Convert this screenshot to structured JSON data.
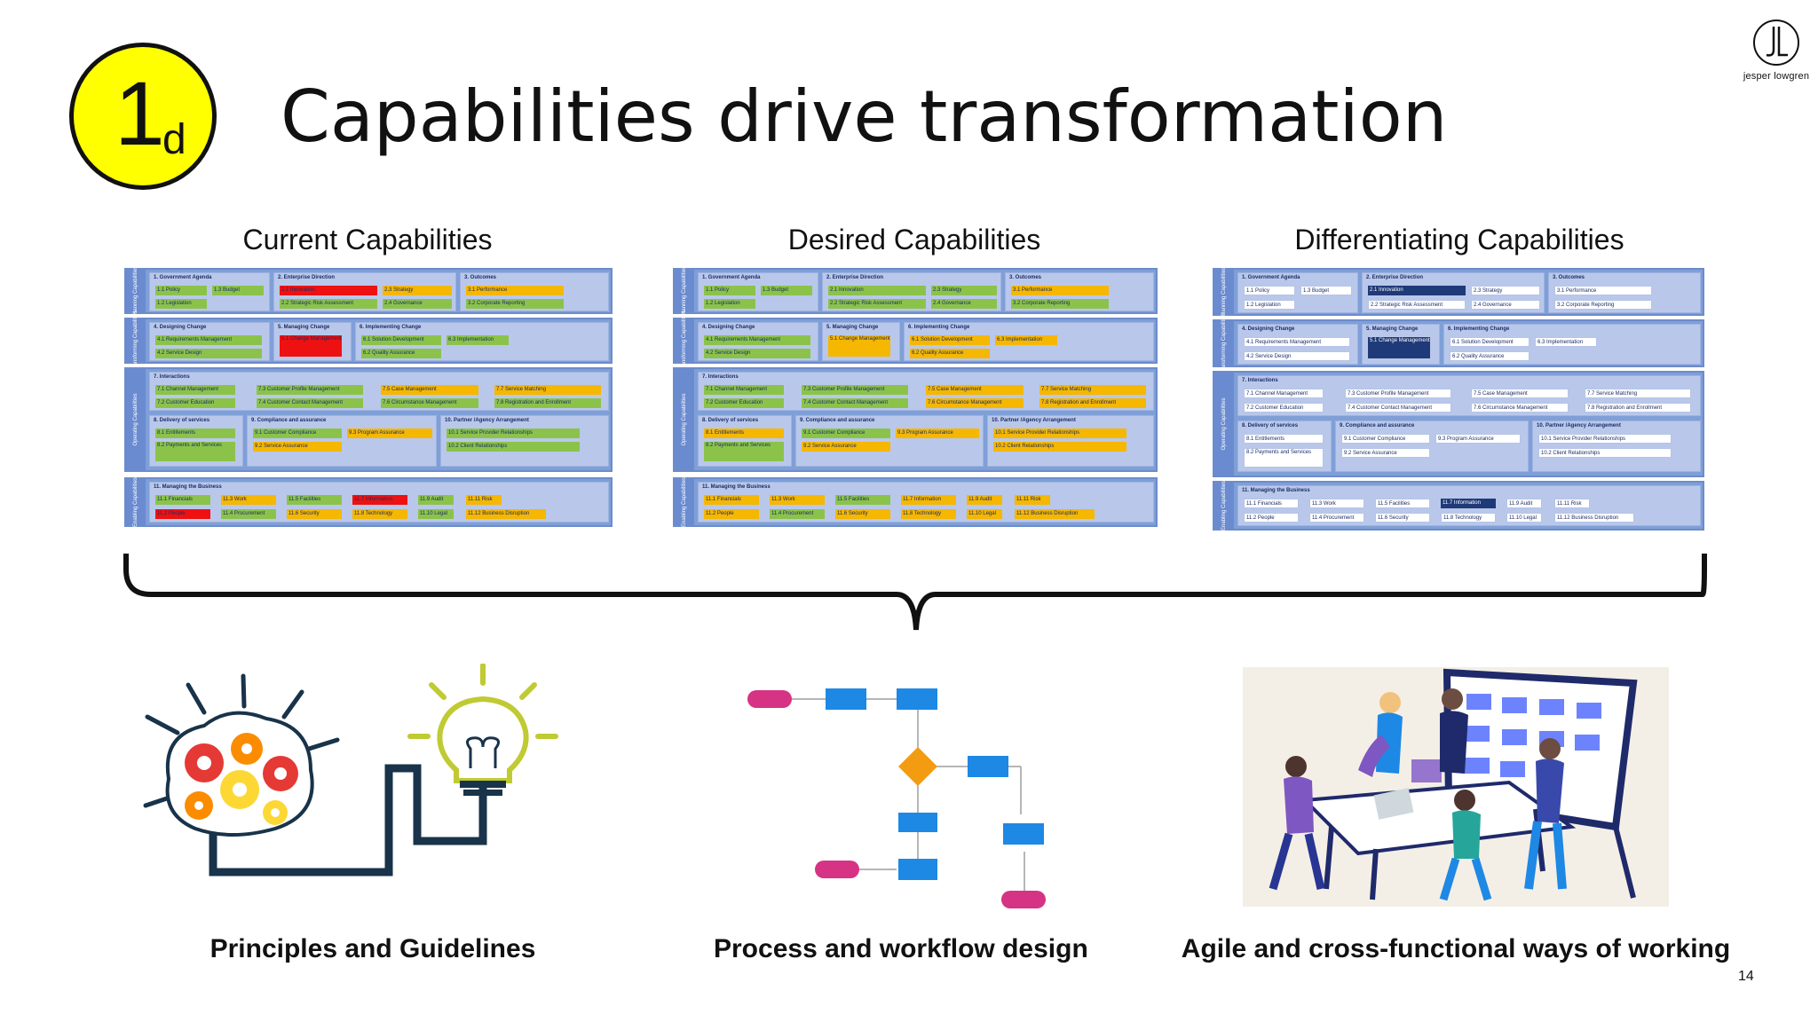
{
  "badge": {
    "number": "1",
    "sub": "d"
  },
  "title": "Capabilities drive transformation",
  "logo": {
    "monogram": "JL",
    "text": "jesper lowgren"
  },
  "page_number": "14",
  "maps": {
    "current_title": "Current Capabilities",
    "desired_title": "Desired Capabilities",
    "differentiating_title": "Differentiating Capabilities"
  },
  "rows": {
    "planning": "Planning Capabilities",
    "transforming": "Transforming Capabilities",
    "operating": "Operating Capabilities",
    "enabling": "Enabling Capabilities"
  },
  "groups": {
    "g1": "1. Government Agenda",
    "g2": "2. Enterprise Direction",
    "g3": "3. Outcomes",
    "g4": "4. Designing Change",
    "g5": "5. Managing Change",
    "g6": "6. Implementing Change",
    "g7": "7. Interactions",
    "g8": "8. Delivery of services",
    "g9": "9. Compliance and assurance",
    "g10": "10. Partner /Agency Arrangement",
    "g11": "11. Managing the Business"
  },
  "caps": {
    "c11": "1.1 Policy",
    "c13": "1.3 Budget",
    "c12": "1.2 Legislation",
    "c21": "2.1 Innovation",
    "c23": "2.3 Strategy",
    "c22": "2.2 Strategic Risk Assessment",
    "c24": "2.4 Governance",
    "c31": "3.1 Performance",
    "c32": "3.2 Corporate Reporting",
    "c41": "4.1 Requirements Management",
    "c42": "4.2 Service Design",
    "c51": "5.1 Change Management",
    "c61": "6.1 Solution Development",
    "c63": "6.3 Implementation",
    "c62": "6.2 Quality Assurance",
    "c71": "7.1 Channel Management",
    "c73": "7.3 Customer Profile Management",
    "c75": "7.5 Case Management",
    "c77": "7.7 Service Matching",
    "c72": "7.2 Customer Education",
    "c74": "7.4 Customer Contact Management",
    "c76": "7.6 Circumstance Management",
    "c78": "7.8 Registration and Enrollment",
    "c81": "8.1 Entitlements",
    "c82": "8.2 Payments and Services",
    "c91": "9.1 Customer Compliance",
    "c93": "9.3 Program Assurance",
    "c92": "9.2 Service Assurance",
    "c101": "10.1 Service Provider Relationships",
    "c102": "10.2 Client Relationships",
    "c111": "11.1 Financials",
    "c113": "11.3 Work",
    "c115": "11.5 Facilities",
    "c117": "11.7 Information",
    "c119": "11.9 Audit",
    "c1111": "11.11 Risk",
    "c112": "11.2 People",
    "c114": "11.4 Procurement",
    "c116": "11.6 Security",
    "c118": "11.8 Technology",
    "c1110": "11.10 Legal",
    "c1112": "11.12 Business Disruption"
  },
  "captions": {
    "principles": "Principles and Guidelines",
    "process": "Process and workflow design",
    "agile": "Agile and cross-functional ways of working"
  },
  "colors": {
    "badge": "#ffff00",
    "map_blue": "#7f9fd8",
    "green": "#8bc34a",
    "orange": "#f5b700",
    "red": "#ee1111",
    "flow_blue": "#1e88e5",
    "flow_pink": "#d63384",
    "flow_diamond": "#f39c12"
  }
}
